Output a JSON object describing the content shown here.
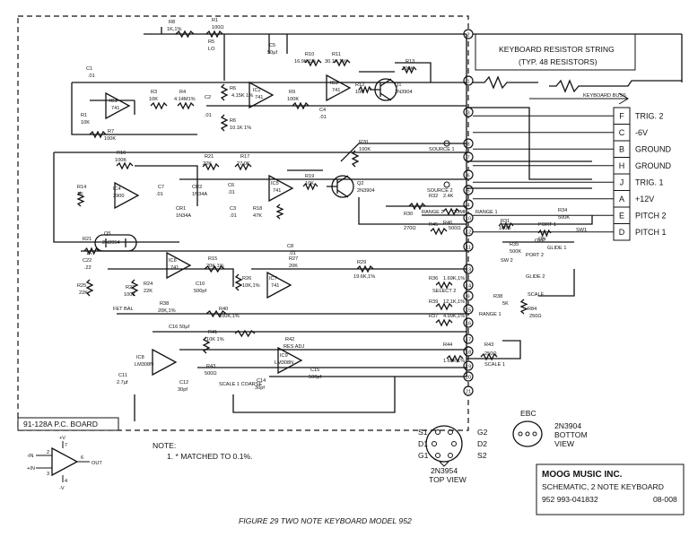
{
  "figure": {
    "caption": "FIGURE 29 TWO NOTE KEYBOARD MODEL 952"
  },
  "header": {
    "string_title": "KEYBOARD RESISTOR STRING",
    "string_sub": "(TYP. 48 RESISTORS)",
    "buss": "KEYBOARD BUSS"
  },
  "connector_pins": [
    {
      "letter": "F",
      "label": "TRIG. 2"
    },
    {
      "letter": "C",
      "label": "-6V"
    },
    {
      "letter": "B",
      "label": "GROUND"
    },
    {
      "letter": "H",
      "label": "GROUND"
    },
    {
      "letter": "J",
      "label": "TRIG. 1"
    },
    {
      "letter": "A",
      "label": "+12V"
    },
    {
      "letter": "E",
      "label": "PITCH 2"
    },
    {
      "letter": "D",
      "label": "PITCH 1"
    }
  ],
  "board_pins": [
    "2",
    "1",
    "3",
    "8",
    "7",
    "6",
    "5",
    "4",
    "10",
    "12",
    "11",
    "13",
    "14",
    "9",
    "15",
    "16",
    "17",
    "18",
    "19",
    "20",
    "21"
  ],
  "components": {
    "r8": "R8",
    "r8v": "1K,1%",
    "r1": "R1",
    "r1v": "100Ω",
    "r5": "R5",
    "r5v": "LO",
    "c5": "C5",
    "c5v": "50µf",
    "r10": "R10",
    "r10v": "16.9K,1%",
    "r11": "R11",
    "r11v": "30.1K,1%",
    "r13": "R13",
    "r13v": "100K",
    "q1": "Q1",
    "q1v": "2N3904",
    "r12": "R12",
    "r12v": "10K",
    "c1": "C1",
    "c1v": ".01",
    "rr1": "R1",
    "rr1v": "10K",
    "r7": "R7",
    "r7v": "100K",
    "ic1": "IC1",
    "ic1v": "741",
    "r3": "R3",
    "r3v": "10K",
    "r4": "R4",
    "r4v": "4.14M1%",
    "c2": "C2",
    "c2v": ".01",
    "r6": "R6",
    "r6v": "4.15K 1%",
    "rr6": "R6",
    "rr6v": "10.1K 1%",
    "ic2": "IC2",
    "ic2v": "741",
    "r9": "R9",
    "r9v": "100K",
    "c4": "C4",
    "c4v": ".01",
    "ic3": "IC3",
    "ic3v": "741",
    "r16": "R16",
    "r16v": "100K",
    "r14": "R14",
    "r14v": "1K",
    "ic4": "IC4",
    "ic4v": "3900",
    "c7": "C7",
    "c7v": ".01",
    "cr2": "CR2",
    "cr2v": "1N34A",
    "cr1": "CR1",
    "cr1v": "1N34A",
    "r21": "R21",
    "r21v": "22K",
    "r17": "R17",
    "r17v": "27.0K",
    "c6": "C6",
    "c6v": ".01",
    "ic5": "IC5",
    "ic5v": "741",
    "r18": "R18",
    "r18v": "47K",
    "r19": "R19",
    "r19v": "10K",
    "r20": "R20",
    "r20v": "100K",
    "q2": "Q2",
    "q2v": "2N3904",
    "c3": "C3",
    "c3v": ".01",
    "r22b": "R21",
    "r22bv": "1K",
    "q5": "Q5",
    "q5v": "2N3954",
    "c22": "C22",
    "c22v": ".22",
    "ic6": "IC6",
    "ic6v": "741",
    "r15": "R15",
    "r15v": "20K,1%",
    "c8": "C8",
    "c8v": ".01",
    "r27": "R27",
    "r27v": "20K",
    "r29": "R29",
    "r29v": "19.6K,1%",
    "ic7": "IC7",
    "ic7v": "741",
    "c10": "C10",
    "c10v": "500pf",
    "r26": "R26",
    "r26v": "10K,1%",
    "r25": "R25",
    "r25v": "22K",
    "r22": "R22",
    "r22v": "100K",
    "r24": "R24",
    "r24v": "22K",
    "fetbal": "FET BAL",
    "r38": "R38",
    "r38v": "20K,1%",
    "r40": "R40",
    "r40v": "100K,1%",
    "c16": "C16",
    "c16v": "50µf",
    "r41": "R41",
    "r41v": "10K 1%",
    "ic8": "IC8",
    "ic8v": "LM308N",
    "ic9": "IC9",
    "ic9v": "LM308N",
    "c11": "C11",
    "c11v": "2.7µf",
    "c12": "C12",
    "c12v": "30pf",
    "r43b": "R43",
    "r43bv": "500Ω",
    "scale1c": "SCALE 1 COARSE",
    "c14": "C14",
    "c14v": "30pf",
    "c15": "C15",
    "c15v": "500pf",
    "rpot": "R42",
    "rpotv": "RES ADJ",
    "r32": "R32",
    "r32v": "2.4K",
    "r30": "R30",
    "r30v": "270Ω",
    "r45": "R45",
    "r46": "R46",
    "r46v": "500Ω",
    "range2": "RANGE 2",
    "comp": "COMP",
    "r31": "R31",
    "r31v": "100Ω",
    "range1": "RANGE 1",
    "r34": "R34",
    "r34v": "500K",
    "port1": "PORT 1",
    "sw1": "SW1",
    "glide1": "GLIDE 1",
    "r35": "R35",
    "r35v": "500K",
    "port2": "PORT 2",
    "sw2": "SW 2",
    "glide2": "GLIDE 2",
    "on": "ON",
    "off": "OFF",
    "r36": "R36",
    "r36v": "1.69K,1%",
    "select2": "SELECT 2",
    "r39": "R39",
    "r39v": "12.1K,1%",
    "r38b": "R38",
    "r38bv": "5K",
    "range1b": "RANGE 1",
    "scale": "SCALE",
    "r37": "R37",
    "r37v": "4.99K,1%",
    "r84": "R84",
    "r84v": "250Ω",
    "r44": "R44",
    "r44v": "1.69K,1%",
    "r43": "R43",
    "r43v": "250Ω",
    "scale1": "SCALE 1",
    "source1": "SOURCE 1",
    "source2": "SOURCE 2",
    "pcboard": "91-128A P.C. BOARD",
    "note_head": "NOTE:",
    "note_1": "1.  * MATCHED TO 0.1%.",
    "op_inm": "-IN",
    "op_inp": "+IN",
    "op_out": "OUT",
    "op_p2": "2",
    "op_p3": "3",
    "op_p4": "4",
    "op_p6": "6",
    "op_p7": "7",
    "op_neg": "-V",
    "op_pos": "+V"
  },
  "pinout_2n3954": {
    "pins_left": [
      "S1",
      "D1",
      "G1"
    ],
    "pins_right": [
      "G2",
      "D2",
      "S2"
    ],
    "name": "2N3954",
    "view": "TOP VIEW"
  },
  "pinout_2n3904": {
    "top": "EBC",
    "name": "2N3904",
    "view1": "BOTTOM",
    "view2": "VIEW"
  },
  "title_block": {
    "company": "MOOG MUSIC INC.",
    "title": "SCHEMATIC, 2 NOTE KEYBOARD",
    "number": "952  993-041832",
    "rev": "08-008"
  }
}
